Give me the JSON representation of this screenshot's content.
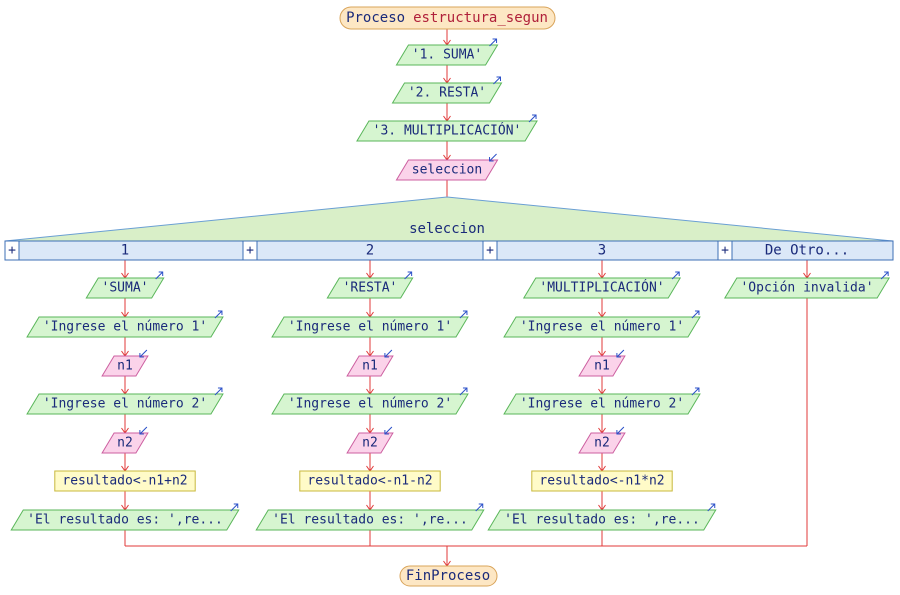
{
  "diagram": {
    "start_label": "Proceso",
    "process_name": "estructura_segun",
    "end_label": "FinProceso",
    "header_outputs": [
      "'1. SUMA'",
      "'2. RESTA'",
      "'3. MULTIPLICACIÓN'"
    ],
    "header_input": "seleccion",
    "switch": {
      "variable": "seleccion",
      "plus_symbol": "+",
      "cases": [
        "1",
        "2",
        "3",
        "De Otro..."
      ]
    },
    "branches": [
      [
        "'SUMA'",
        "'Ingrese el número 1'",
        "n1",
        "'Ingrese el número 2'",
        "n2",
        "resultado<-n1+n2",
        "'El resultado es: ',re..."
      ],
      [
        "'RESTA'",
        "'Ingrese el número 1'",
        "n1",
        "'Ingrese el número 2'",
        "n2",
        "resultado<-n1-n2",
        "'El resultado es: ',re..."
      ],
      [
        "'MULTIPLICACIÓN'",
        "'Ingrese el número 1'",
        "n1",
        "'Ingrese el número 2'",
        "n2",
        "resultado<-n1*n2",
        "'El resultado es: ',re..."
      ],
      [
        "'Opción invalida'"
      ]
    ],
    "branch_kinds": [
      [
        "output",
        "output",
        "input",
        "output",
        "input",
        "process",
        "output"
      ],
      [
        "output",
        "output",
        "input",
        "output",
        "input",
        "process",
        "output"
      ],
      [
        "output",
        "output",
        "input",
        "output",
        "input",
        "process",
        "output"
      ],
      [
        "output"
      ]
    ]
  },
  "colors": {
    "line": "#e03a3a",
    "start_fill": "#fde7c4",
    "start_stroke": "#d9a45a",
    "output_fill": "#d6f5d0",
    "output_stroke": "#5ab65a",
    "input_fill": "#fbd3ea",
    "input_stroke": "#cc5fa0",
    "process_fill": "#fffbc8",
    "process_stroke": "#c8b83c",
    "switch_fill": "#d9efc8",
    "switch_stroke": "#6a9fd4",
    "case_fill": "#dbe8f8",
    "case_stroke": "#3d6fb6",
    "text": "#1a2a7a",
    "text_red": "#b0203a",
    "arrow_icon": "#2b50c8"
  }
}
